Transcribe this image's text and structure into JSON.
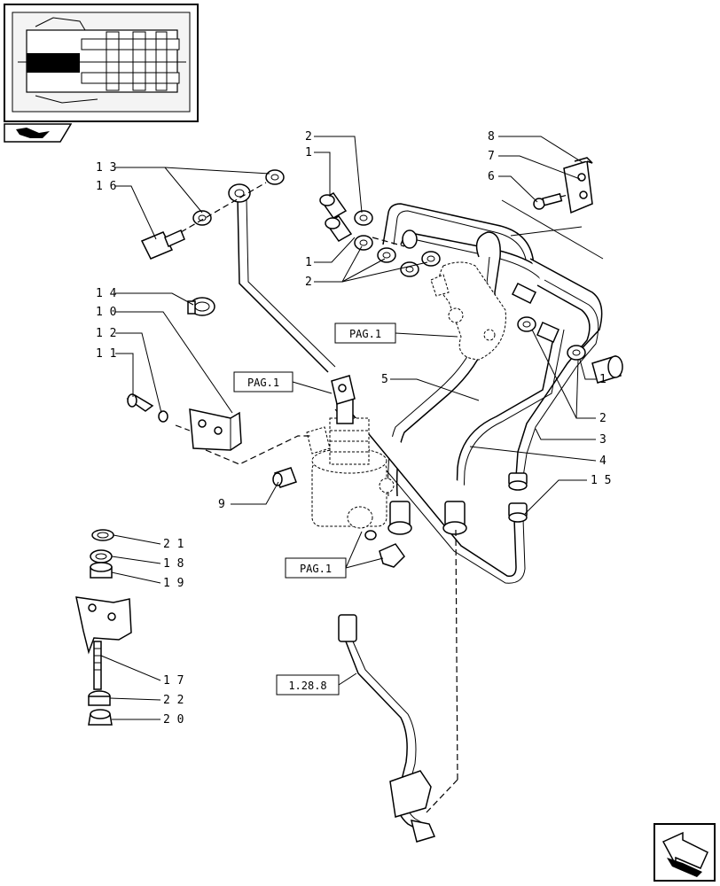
{
  "diagram": {
    "reference_boxes": [
      {
        "id": "pag1_a",
        "text": "PAG.1"
      },
      {
        "id": "pag1_b",
        "text": "PAG.1"
      },
      {
        "id": "pag1_c",
        "text": "PAG.1"
      },
      {
        "id": "ref128",
        "text": "1.28.8"
      }
    ],
    "callouts": {
      "c13": "1 3",
      "c16": "1 6",
      "c14": "1 4",
      "c10": "1 0",
      "c12": "1 2",
      "c11": "1 1",
      "c9": "9",
      "c21": "2 1",
      "c18": "1 8",
      "c19": "1 9",
      "c17": "1 7",
      "c22": "2 2",
      "c20": "2 0",
      "c2a": "2",
      "c1a": "1",
      "c1b": "1",
      "c2b": "2",
      "c8": "8",
      "c7": "7",
      "c6": "6",
      "c5": "5",
      "c1c": "1",
      "c2c": "2",
      "c3": "3",
      "c4": "4",
      "c15": "1 5"
    }
  },
  "icons": {
    "thumbnail": "transmission-thumbnail-icon",
    "book": "book-page-icon",
    "next": "next-page-arrow-icon"
  }
}
